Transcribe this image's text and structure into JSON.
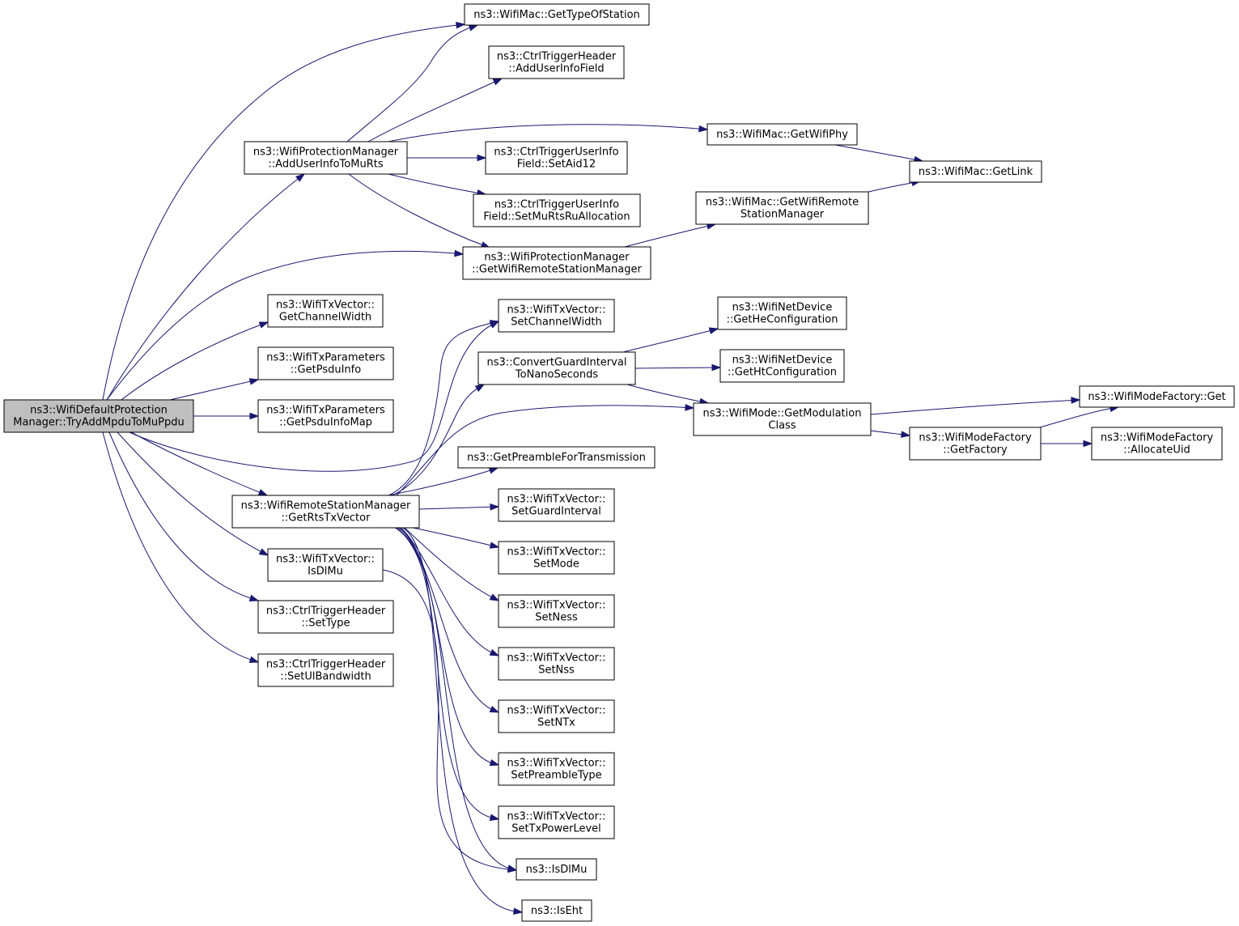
{
  "colors": {
    "edge": "#191970",
    "root_fill": "#bfbfbf",
    "node_fill": "#ffffff",
    "border": "#000000"
  },
  "nodes": [
    {
      "id": "root",
      "lines": [
        "ns3::WifiDefaultProtection",
        "Manager::TryAddMpduToMuPpdu"
      ],
      "root": true
    },
    {
      "id": "getTypeOfStation",
      "lines": [
        "ns3::WifiMac::GetTypeOfStation"
      ]
    },
    {
      "id": "addUserInfoField",
      "lines": [
        "ns3::CtrlTriggerHeader",
        "::AddUserInfoField"
      ]
    },
    {
      "id": "getWifiPhy",
      "lines": [
        "ns3::WifiMac::GetWifiPhy"
      ]
    },
    {
      "id": "addUserInfoToMuRts",
      "lines": [
        "ns3::WifiProtectionManager",
        "::AddUserInfoToMuRts"
      ]
    },
    {
      "id": "setAid12",
      "lines": [
        "ns3::CtrlTriggerUserInfo",
        "Field::SetAid12"
      ]
    },
    {
      "id": "getLink",
      "lines": [
        "ns3::WifiMac::GetLink"
      ]
    },
    {
      "id": "setMuRtsRuAllocation",
      "lines": [
        "ns3::CtrlTriggerUserInfo",
        "Field::SetMuRtsRuAllocation"
      ]
    },
    {
      "id": "macGetWifiRemoteStationManager",
      "lines": [
        "ns3::WifiMac::GetWifiRemote",
        "StationManager"
      ]
    },
    {
      "id": "protGetWifiRemoteStationManager",
      "lines": [
        "ns3::WifiProtectionManager",
        "::GetWifiRemoteStationManager"
      ]
    },
    {
      "id": "getChannelWidth",
      "lines": [
        "ns3::WifiTxVector::",
        "GetChannelWidth"
      ]
    },
    {
      "id": "setChannelWidth",
      "lines": [
        "ns3::WifiTxVector::",
        "SetChannelWidth"
      ]
    },
    {
      "id": "getHeConfiguration",
      "lines": [
        "ns3::WifiNetDevice",
        "::GetHeConfiguration"
      ]
    },
    {
      "id": "getPsduInfo",
      "lines": [
        "ns3::WifiTxParameters",
        "::GetPsduInfo"
      ]
    },
    {
      "id": "convertGuardInterval",
      "lines": [
        "ns3::ConvertGuardInterval",
        "ToNanoSeconds"
      ]
    },
    {
      "id": "getHtConfiguration",
      "lines": [
        "ns3::WifiNetDevice",
        "::GetHtConfiguration"
      ]
    },
    {
      "id": "getPsduInfoMap",
      "lines": [
        "ns3::WifiTxParameters",
        "::GetPsduInfoMap"
      ]
    },
    {
      "id": "modeFactoryGet",
      "lines": [
        "ns3::WifiModeFactory::Get"
      ]
    },
    {
      "id": "getModulationClass",
      "lines": [
        "ns3::WifiMode::GetModulation",
        "Class"
      ]
    },
    {
      "id": "getFactory",
      "lines": [
        "ns3::WifiModeFactory",
        "::GetFactory"
      ]
    },
    {
      "id": "allocateUid",
      "lines": [
        "ns3::WifiModeFactory",
        "::AllocateUid"
      ]
    },
    {
      "id": "getPreambleForTransmission",
      "lines": [
        "ns3::GetPreambleForTransmission"
      ]
    },
    {
      "id": "getRtsTxVector",
      "lines": [
        "ns3::WifiRemoteStationManager",
        "::GetRtsTxVector"
      ]
    },
    {
      "id": "setGuardInterval",
      "lines": [
        "ns3::WifiTxVector::",
        "SetGuardInterval"
      ]
    },
    {
      "id": "setMode",
      "lines": [
        "ns3::WifiTxVector::",
        "SetMode"
      ]
    },
    {
      "id": "txIsDlMu",
      "lines": [
        "ns3::WifiTxVector::",
        "IsDlMu"
      ]
    },
    {
      "id": "setNess",
      "lines": [
        "ns3::WifiTxVector::",
        "SetNess"
      ]
    },
    {
      "id": "setType",
      "lines": [
        "ns3::CtrlTriggerHeader",
        "::SetType"
      ]
    },
    {
      "id": "setNss",
      "lines": [
        "ns3::WifiTxVector::",
        "SetNss"
      ]
    },
    {
      "id": "setUlBandwidth",
      "lines": [
        "ns3::CtrlTriggerHeader",
        "::SetUlBandwidth"
      ]
    },
    {
      "id": "setNTx",
      "lines": [
        "ns3::WifiTxVector::",
        "SetNTx"
      ]
    },
    {
      "id": "setPreambleType",
      "lines": [
        "ns3::WifiTxVector::",
        "SetPreambleType"
      ]
    },
    {
      "id": "setTxPowerLevel",
      "lines": [
        "ns3::WifiTxVector::",
        "SetTxPowerLevel"
      ]
    },
    {
      "id": "isDlMu",
      "lines": [
        "ns3::IsDlMu"
      ]
    },
    {
      "id": "isEht",
      "lines": [
        "ns3::IsEht"
      ]
    }
  ],
  "edges": [
    [
      "root",
      "getTypeOfStation"
    ],
    [
      "root",
      "addUserInfoToMuRts"
    ],
    [
      "root",
      "protGetWifiRemoteStationManager"
    ],
    [
      "root",
      "getChannelWidth"
    ],
    [
      "root",
      "getPsduInfo"
    ],
    [
      "root",
      "getPsduInfoMap"
    ],
    [
      "root",
      "setChannelWidth"
    ],
    [
      "root",
      "getRtsTxVector"
    ],
    [
      "root",
      "txIsDlMu"
    ],
    [
      "root",
      "setType"
    ],
    [
      "root",
      "setUlBandwidth"
    ],
    [
      "addUserInfoToMuRts",
      "getTypeOfStation"
    ],
    [
      "addUserInfoToMuRts",
      "addUserInfoField"
    ],
    [
      "addUserInfoToMuRts",
      "getWifiPhy"
    ],
    [
      "addUserInfoToMuRts",
      "setAid12"
    ],
    [
      "addUserInfoToMuRts",
      "setMuRtsRuAllocation"
    ],
    [
      "addUserInfoToMuRts",
      "protGetWifiRemoteStationManager"
    ],
    [
      "getWifiPhy",
      "getLink"
    ],
    [
      "macGetWifiRemoteStationManager",
      "getLink"
    ],
    [
      "protGetWifiRemoteStationManager",
      "macGetWifiRemoteStationManager"
    ],
    [
      "convertGuardInterval",
      "getHeConfiguration"
    ],
    [
      "convertGuardInterval",
      "getHtConfiguration"
    ],
    [
      "convertGuardInterval",
      "getModulationClass"
    ],
    [
      "getModulationClass",
      "modeFactoryGet"
    ],
    [
      "getModulationClass",
      "getFactory"
    ],
    [
      "getFactory",
      "modeFactoryGet"
    ],
    [
      "getFactory",
      "allocateUid"
    ],
    [
      "getRtsTxVector",
      "setChannelWidth"
    ],
    [
      "getRtsTxVector",
      "convertGuardInterval"
    ],
    [
      "getRtsTxVector",
      "getModulationClass"
    ],
    [
      "getRtsTxVector",
      "getPreambleForTransmission"
    ],
    [
      "getRtsTxVector",
      "setGuardInterval"
    ],
    [
      "getRtsTxVector",
      "setMode"
    ],
    [
      "getRtsTxVector",
      "setNess"
    ],
    [
      "getRtsTxVector",
      "setNss"
    ],
    [
      "getRtsTxVector",
      "setNTx"
    ],
    [
      "getRtsTxVector",
      "setPreambleType"
    ],
    [
      "getRtsTxVector",
      "setTxPowerLevel"
    ],
    [
      "getRtsTxVector",
      "isDlMu"
    ],
    [
      "getRtsTxVector",
      "isEht"
    ],
    [
      "txIsDlMu",
      "isDlMu"
    ]
  ]
}
